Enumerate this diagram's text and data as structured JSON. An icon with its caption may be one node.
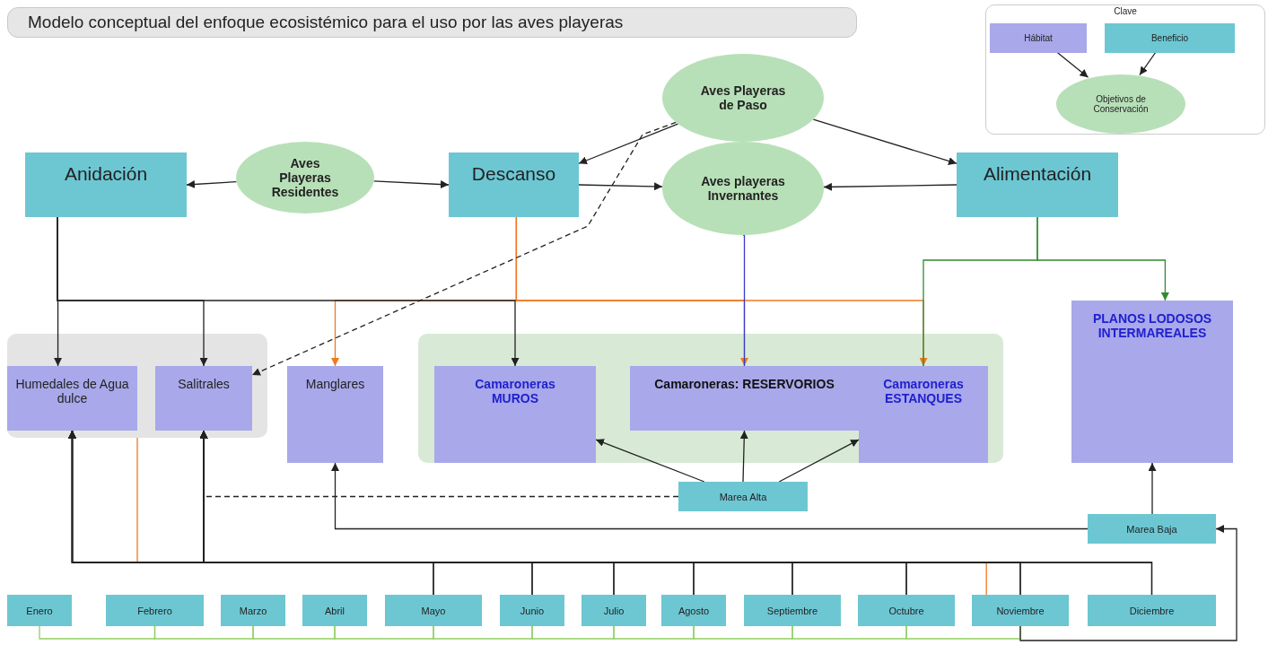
{
  "diagram": {
    "title": "Modelo conceptual del enfoque ecosistémico para el uso por las aves playeras",
    "nodes": [
      {
        "text": [
          "Anidación"
        ]
      },
      {
        "text": [
          "Aves Playeras Residentes"
        ]
      },
      {
        "text": [
          "Descanso"
        ]
      },
      {
        "text": [
          "Aves Playeras de Paso"
        ]
      },
      {
        "text": [
          "Aves playeras Invernantes"
        ]
      },
      {
        "text": [
          "Alimentación"
        ]
      },
      {
        "text": [],
        "shape": "box"
      },
      {
        "text": [
          "Humedales de Agua dulce"
        ],
        "in": 6
      },
      {
        "text": [
          "Salitrales"
        ],
        "in": 6
      },
      {
        "text": [
          "Manglares"
        ]
      },
      {
        "text": [],
        "shape": "box"
      },
      {
        "text": [
          "Camaroneras MUROS"
        ],
        "in": 10
      },
      {
        "text": [
          "Camaroneras: RESERVORIOS"
        ],
        "in": 10
      },
      {
        "text": [
          "Camaroneras ESTANQUES"
        ],
        "in": 10
      },
      {
        "text": [
          "PLANOS LODOSOS INTERMAREALES"
        ]
      },
      {
        "text": [
          "Marea Alta"
        ]
      },
      {
        "text": [
          "Marea Baja"
        ]
      },
      {
        "text": [
          "Enero"
        ]
      },
      {
        "text": [
          "Febrero"
        ]
      },
      {
        "text": [
          "Marzo"
        ]
      },
      {
        "text": [
          "Abril"
        ]
      },
      {
        "text": [
          "Mayo"
        ]
      },
      {
        "text": [
          "Junio"
        ]
      },
      {
        "text": [
          "Julio"
        ]
      },
      {
        "text": [
          "Agosto"
        ]
      },
      {
        "text": [
          "Septiembre"
        ]
      },
      {
        "text": [
          "Octubre"
        ]
      },
      {
        "text": [
          "Noviembre"
        ]
      },
      {
        "text": [
          "Diciembre"
        ]
      },
      {
        "text": [
          "Clave"
        ]
      },
      {
        "text": [
          "Hábitat"
        ],
        "in": 29
      },
      {
        "text": [
          "Beneficio"
        ],
        "in": 29
      },
      {
        "text": [
          "Objetivos de Conservación"
        ],
        "in": 29
      }
    ],
    "edges": [
      {
        "from": 1,
        "to": 0,
        "arrow": "to"
      },
      {
        "from": 1,
        "to": 2,
        "arrow": "to"
      },
      {
        "from": 3,
        "to": 2,
        "arrow": "to"
      },
      {
        "from": 3,
        "to": 5,
        "arrow": "to"
      },
      {
        "from": 2,
        "to": 4,
        "arrow": "to"
      },
      {
        "from": 5,
        "to": 4,
        "arrow": "to"
      },
      {
        "from": 3,
        "to": 8,
        "arrow": "to",
        "style": "dashed"
      },
      {
        "from": 0,
        "to": 7,
        "arrow": "to"
      },
      {
        "from": 0,
        "to": 8,
        "arrow": "to"
      },
      {
        "from": 0,
        "to": 11,
        "arrow": "to"
      },
      {
        "from": 2,
        "to": 9,
        "arrow": "to",
        "color": "#f07820"
      },
      {
        "from": 2,
        "to": 12,
        "arrow": "to",
        "color": "#f07820"
      },
      {
        "from": 2,
        "to": 13,
        "arrow": "to",
        "color": "#f07820"
      },
      {
        "from": 4,
        "to": 12,
        "arrow": "none",
        "color": "#3a3ac8"
      },
      {
        "from": 5,
        "to": 13,
        "arrow": "none",
        "color": "#2e8b2e"
      },
      {
        "from": 5,
        "to": 14,
        "arrow": "to",
        "color": "#2e8b2e"
      },
      {
        "from": 15,
        "to": 11,
        "arrow": "to"
      },
      {
        "from": 15,
        "to": 12,
        "arrow": "to"
      },
      {
        "from": 15,
        "to": 13,
        "arrow": "to"
      },
      {
        "from": 15,
        "to": 8,
        "arrow": "to",
        "style": "dashed"
      },
      {
        "from": 16,
        "to": 9,
        "arrow": "to"
      },
      {
        "from": 16,
        "to": 14,
        "arrow": "to"
      },
      {
        "from": 27,
        "to": 16,
        "arrow": "to"
      },
      {
        "from": 21,
        "to": 7,
        "arrow": "to"
      },
      {
        "from": 21,
        "to": 8,
        "arrow": "to"
      },
      {
        "from": 22,
        "to": 7,
        "arrow": "to"
      },
      {
        "from": 22,
        "to": 8,
        "arrow": "to"
      },
      {
        "from": 23,
        "to": 7,
        "arrow": "to"
      },
      {
        "from": 23,
        "to": 8,
        "arrow": "to"
      },
      {
        "from": 24,
        "to": 7,
        "arrow": "to"
      },
      {
        "from": 24,
        "to": 8,
        "arrow": "to"
      },
      {
        "from": 25,
        "to": 7,
        "arrow": "to"
      },
      {
        "from": 25,
        "to": 8,
        "arrow": "to"
      },
      {
        "from": 26,
        "to": 7,
        "arrow": "to"
      },
      {
        "from": 26,
        "to": 8,
        "arrow": "to"
      },
      {
        "from": 27,
        "to": 7,
        "arrow": "to"
      },
      {
        "from": 27,
        "to": 8,
        "arrow": "to"
      },
      {
        "from": 28,
        "to": 7,
        "arrow": "to"
      },
      {
        "from": 28,
        "to": 8,
        "arrow": "to"
      },
      {
        "from": 6,
        "to": 27,
        "arrow": "none",
        "color": "#f07820"
      },
      {
        "from": 17,
        "to": 18,
        "arrow": "none",
        "color": "#90d060"
      },
      {
        "from": 18,
        "to": 19,
        "arrow": "none",
        "color": "#90d060"
      },
      {
        "from": 19,
        "to": 20,
        "arrow": "none",
        "color": "#90d060"
      },
      {
        "from": 20,
        "to": 21,
        "arrow": "none",
        "color": "#90d060"
      },
      {
        "from": 21,
        "to": 22,
        "arrow": "none",
        "color": "#90d060"
      },
      {
        "from": 22,
        "to": 23,
        "arrow": "none",
        "color": "#90d060"
      },
      {
        "from": 23,
        "to": 24,
        "arrow": "none",
        "color": "#90d060"
      },
      {
        "from": 24,
        "to": 25,
        "arrow": "none",
        "color": "#90d060"
      },
      {
        "from": 25,
        "to": 26,
        "arrow": "none",
        "color": "#90d060"
      },
      {
        "from": 26,
        "to": 27,
        "arrow": "none",
        "color": "#90d060"
      },
      {
        "from": 30,
        "to": 32,
        "arrow": "to"
      },
      {
        "from": 31,
        "to": 32,
        "arrow": "to"
      }
    ]
  }
}
